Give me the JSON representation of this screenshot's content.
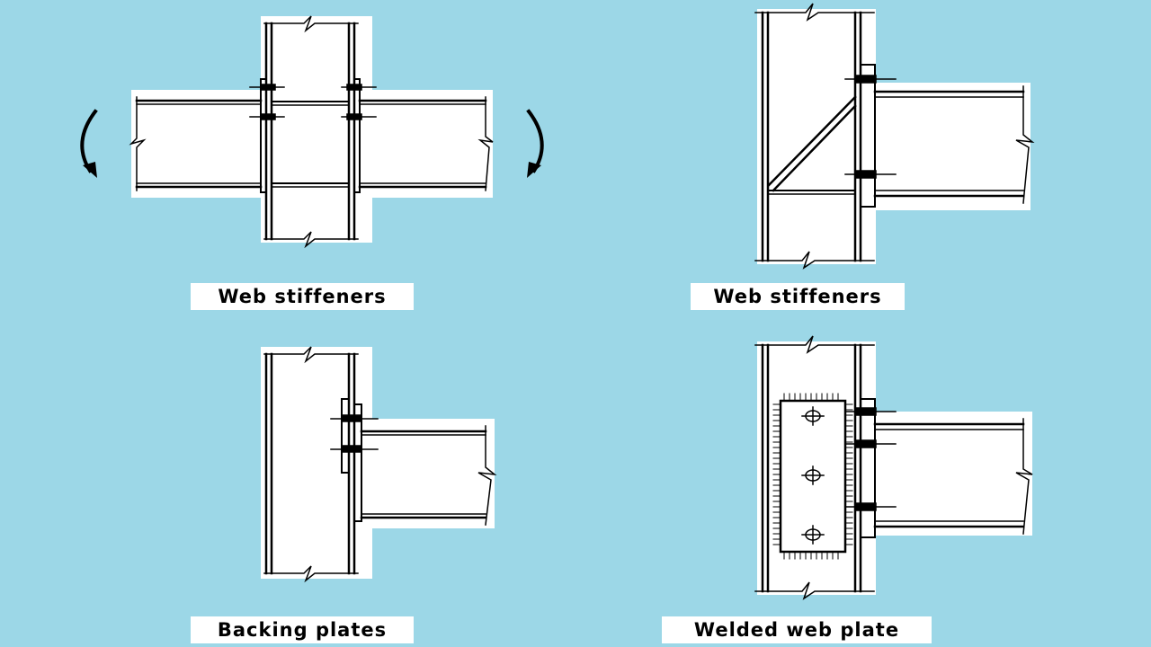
{
  "colors": {
    "background": "#9cd7e7",
    "paper": "#ffffff",
    "ink": "#000000"
  },
  "details": [
    {
      "id": "top-left",
      "caption": "Web stiffeners"
    },
    {
      "id": "top-right",
      "caption": "Web stiffeners"
    },
    {
      "id": "bottom-left",
      "caption": "Backing plates"
    },
    {
      "id": "bottom-right",
      "caption": "Welded web plate"
    }
  ]
}
